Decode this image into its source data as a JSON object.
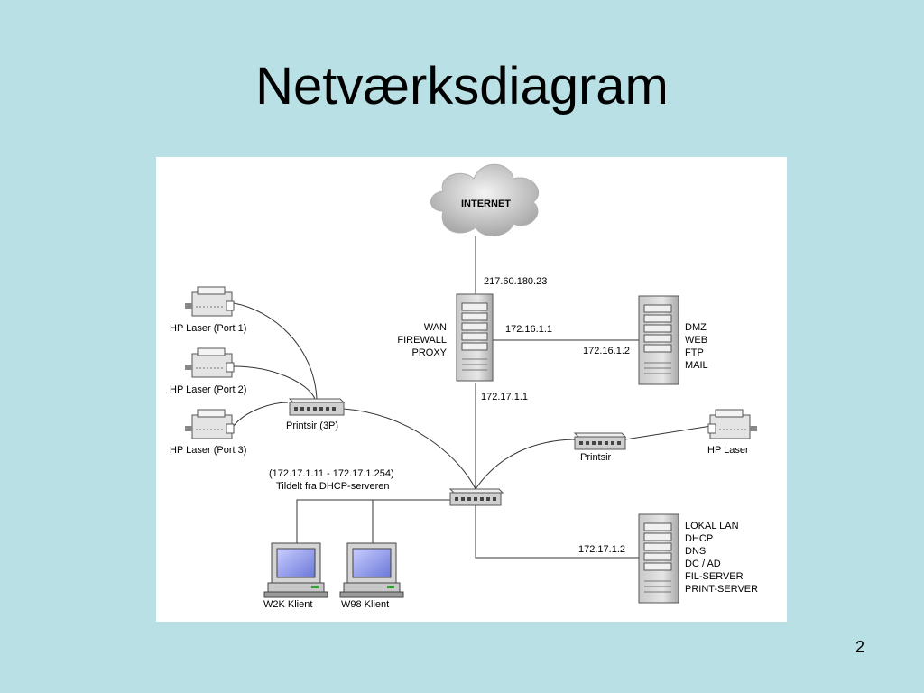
{
  "slide": {
    "title": "Netværksdiagram",
    "page_number": "2"
  },
  "diagram": {
    "internet": "INTERNET",
    "wan_ip": "217.60.180.23",
    "firewall_roles": [
      "WAN",
      "FIREWALL",
      "PROXY"
    ],
    "link_firewall_dmz_left": "172.16.1.1",
    "link_firewall_dmz_right": "172.16.1.2",
    "dmz_roles": [
      "DMZ",
      "WEB",
      "FTP",
      "MAIL"
    ],
    "firewall_lan_ip": "172.17.1.1",
    "printers_left": [
      "HP Laser (Port 1)",
      "HP Laser (Port 2)",
      "HP Laser (Port 3)"
    ],
    "printsir_3p": "Printsir (3P)",
    "printsir": "Printsir",
    "hp_laser_right": "HP Laser",
    "dhcp_range": "(172.17.1.11 - 172.17.1.254)",
    "dhcp_note": "Tildelt fra DHCP-serveren",
    "clients": [
      "W2K Klient",
      "W98 Klient"
    ],
    "lan_server_ip": "172.17.1.2",
    "lan_server_roles": [
      "LOKAL LAN",
      "DHCP",
      "DNS",
      "DC / AD",
      "FIL-SERVER",
      "PRINT-SERVER"
    ]
  },
  "colors": {
    "background": "#b9e0e4",
    "panel": "#ffffff",
    "device_gray": "#d4d4d4",
    "screen_blue": "#7b86e0"
  }
}
